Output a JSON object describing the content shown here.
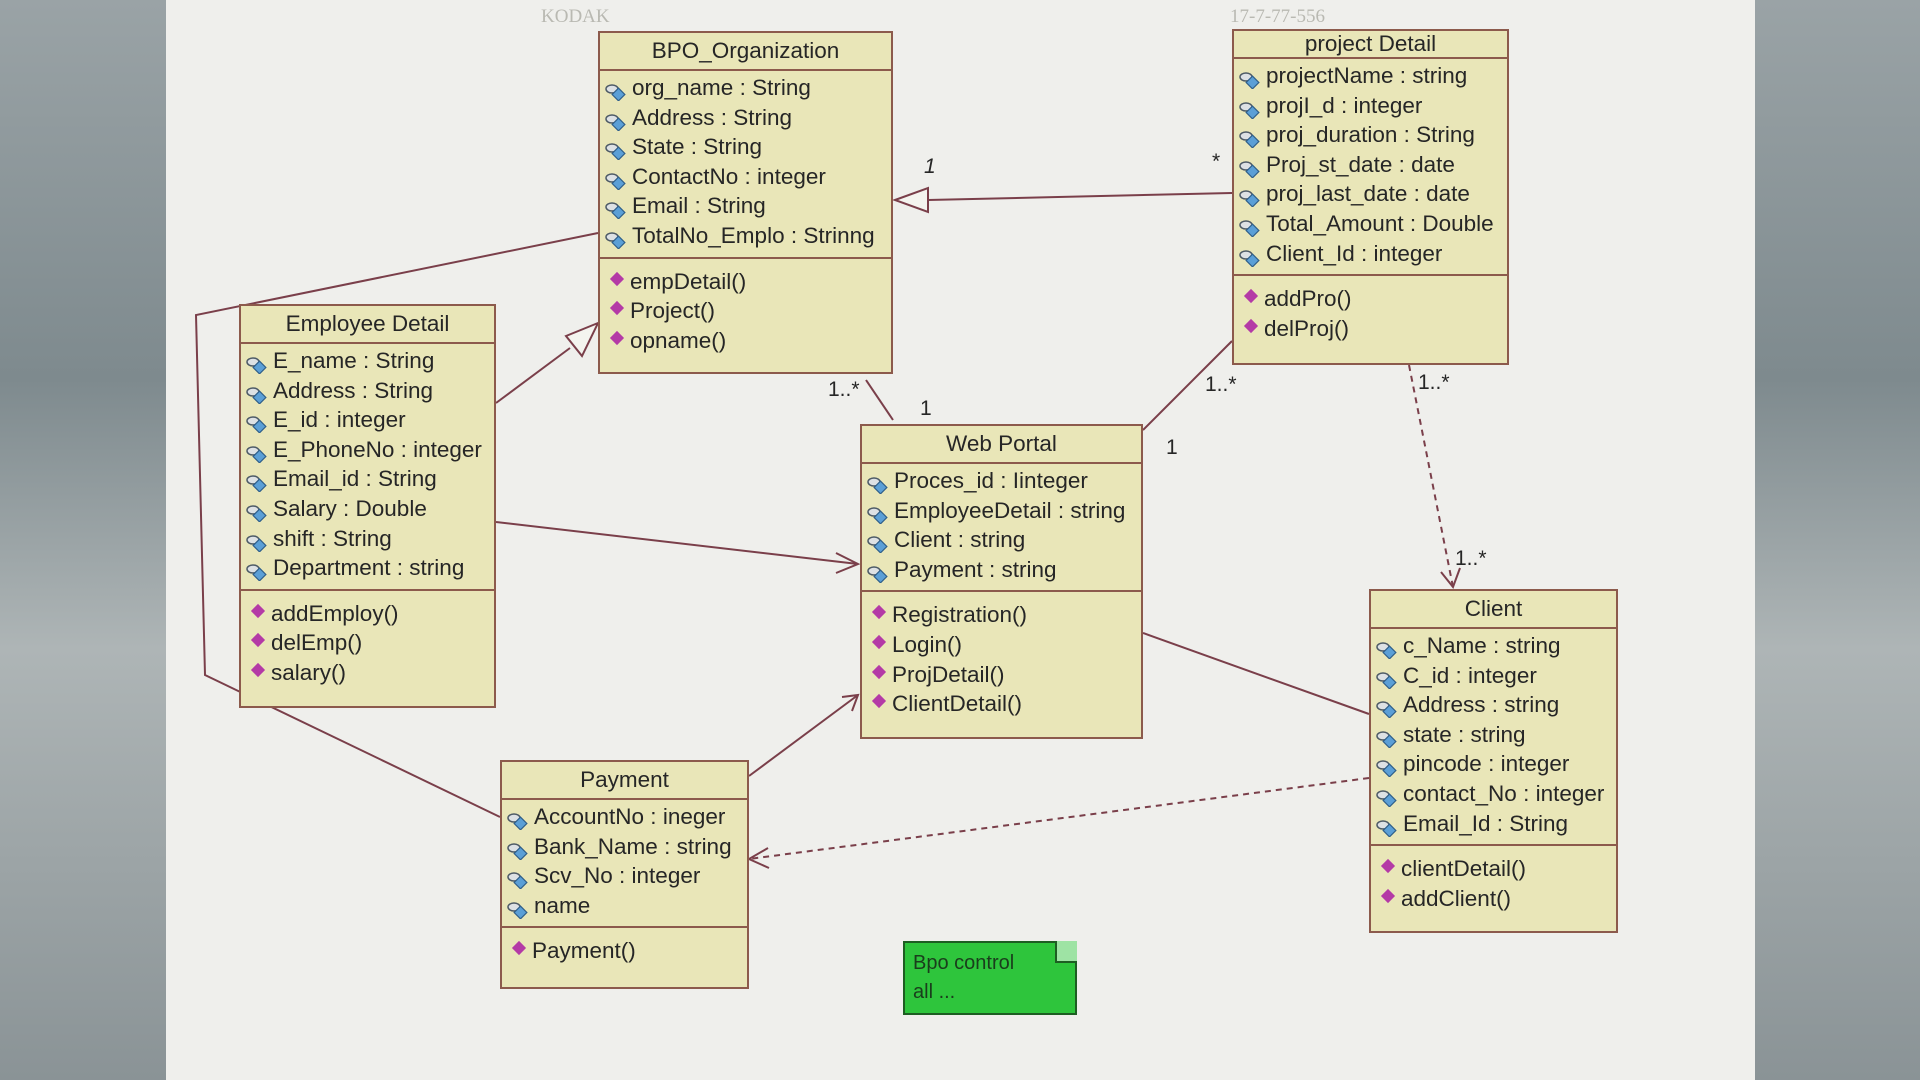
{
  "watermarks": {
    "left": "KODAK",
    "right": "17-7-77-556"
  },
  "classes": {
    "bpo": {
      "name": "BPO_Organization",
      "attrs": [
        "org_name : String",
        "Address : String",
        "State : String",
        "ContactNo : integer",
        "Email : String",
        "TotalNo_Emplo : Strinng"
      ],
      "ops": [
        "empDetail()",
        "Project()",
        "opname()"
      ]
    },
    "project": {
      "name": "project Detail",
      "attrs": [
        "projectName : string",
        "projI_d : integer",
        "proj_duration : String",
        "Proj_st_date : date",
        "proj_last_date : date",
        "Total_Amount : Double",
        "Client_Id : integer"
      ],
      "ops": [
        "addPro()",
        "delProj()"
      ]
    },
    "employee": {
      "name": "Employee Detail",
      "attrs": [
        "E_name : String",
        "Address : String",
        "E_id : integer",
        "E_PhoneNo : integer",
        "Email_id : String",
        "Salary : Double",
        "shift : String",
        "Department : string"
      ],
      "ops": [
        "addEmploy()",
        "delEmp()",
        "salary()"
      ]
    },
    "webportal": {
      "name": "Web Portal",
      "attrs": [
        "Proces_id : Iinteger",
        "EmployeeDetail : string",
        "Client : string",
        "Payment : string"
      ],
      "ops": [
        "Registration()",
        "Login()",
        "ProjDetail()",
        "ClientDetail()"
      ]
    },
    "client": {
      "name": "Client",
      "attrs": [
        "c_Name : string",
        "C_id : integer",
        "Address : string",
        "state : string",
        "pincode : integer",
        "contact_No : integer",
        "Email_Id : String"
      ],
      "ops": [
        "clientDetail()",
        "addClient()"
      ]
    },
    "payment": {
      "name": "Payment",
      "attrs": [
        "AccountNo : ineger",
        "Bank_Name : string",
        "Scv_No : integer",
        "name"
      ],
      "ops": [
        "Payment()"
      ]
    }
  },
  "multiplicities": {
    "bpo_project_bpo": "1",
    "bpo_project_project": "*",
    "bpo_web_bpo": "1..*",
    "bpo_web_web": "1",
    "project_web_project": "1..*",
    "project_web_web": "1",
    "project_client_project": "1..*",
    "project_client_client": "1..*"
  },
  "note": {
    "line1": "Bpo control",
    "line2": "all ..."
  },
  "colors": {
    "box_fill": "#e9e6b8",
    "box_border": "#8c5a4c",
    "line": "#7a3f4a",
    "op_icon": "#b43aa6",
    "note_fill": "#2ec53c"
  }
}
